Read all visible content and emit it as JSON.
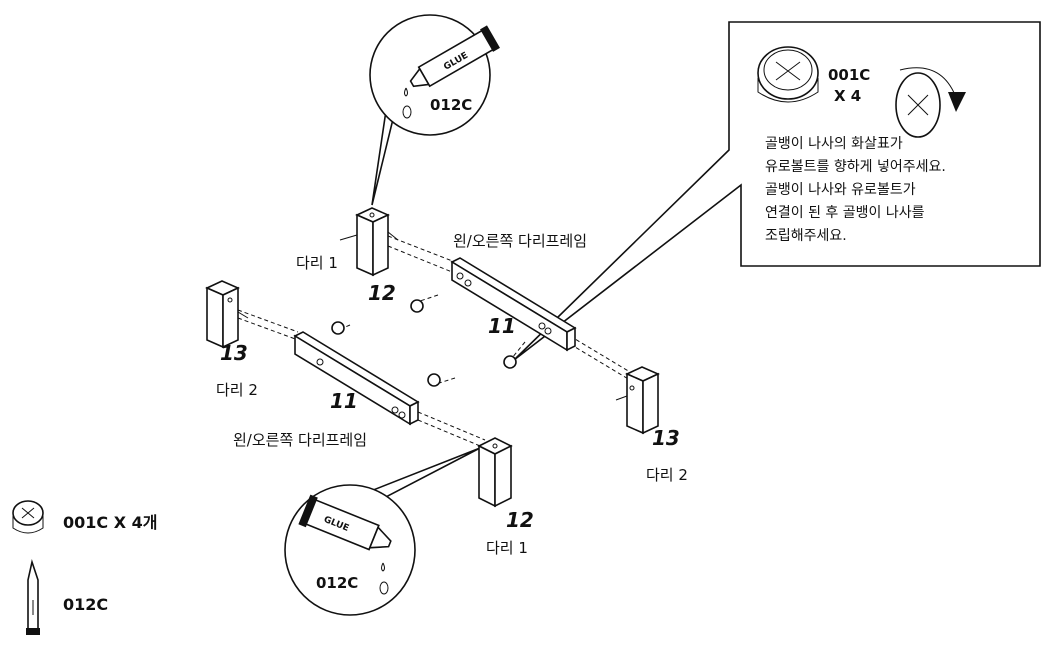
{
  "callout": {
    "part_code": "001C",
    "qty": "X 4",
    "notes": [
      "골뱅이 나사의 화살표가",
      "유로볼트를 향하게 넣어주세요.",
      "골뱅이 나사와 유로볼트가",
      "연결이 된 후 골뱅이 나사를",
      "조립해주세요."
    ]
  },
  "glue_top": {
    "code": "012C",
    "tube_text": "GLUE"
  },
  "glue_bottom": {
    "code": "012C",
    "tube_text": "GLUE"
  },
  "labels": {
    "leg1_top": "다리 1",
    "leg1_bottom": "다리 1",
    "leg2_left": "다리 2",
    "leg2_right": "다리 2",
    "frame_top": "왼/오른쪽 다리프레임",
    "frame_bottom": "왼/오른쪽 다리프레임"
  },
  "part_numbers": {
    "leg12_top": "12",
    "leg12_bottom": "12",
    "leg13_left": "13",
    "leg13_right": "13",
    "frame11_top": "11",
    "frame11_bottom": "11"
  },
  "legend": [
    {
      "icon": "cam-lock-icon",
      "text": "001C X 4개"
    },
    {
      "icon": "glue-tube-icon",
      "text": "012C"
    }
  ]
}
